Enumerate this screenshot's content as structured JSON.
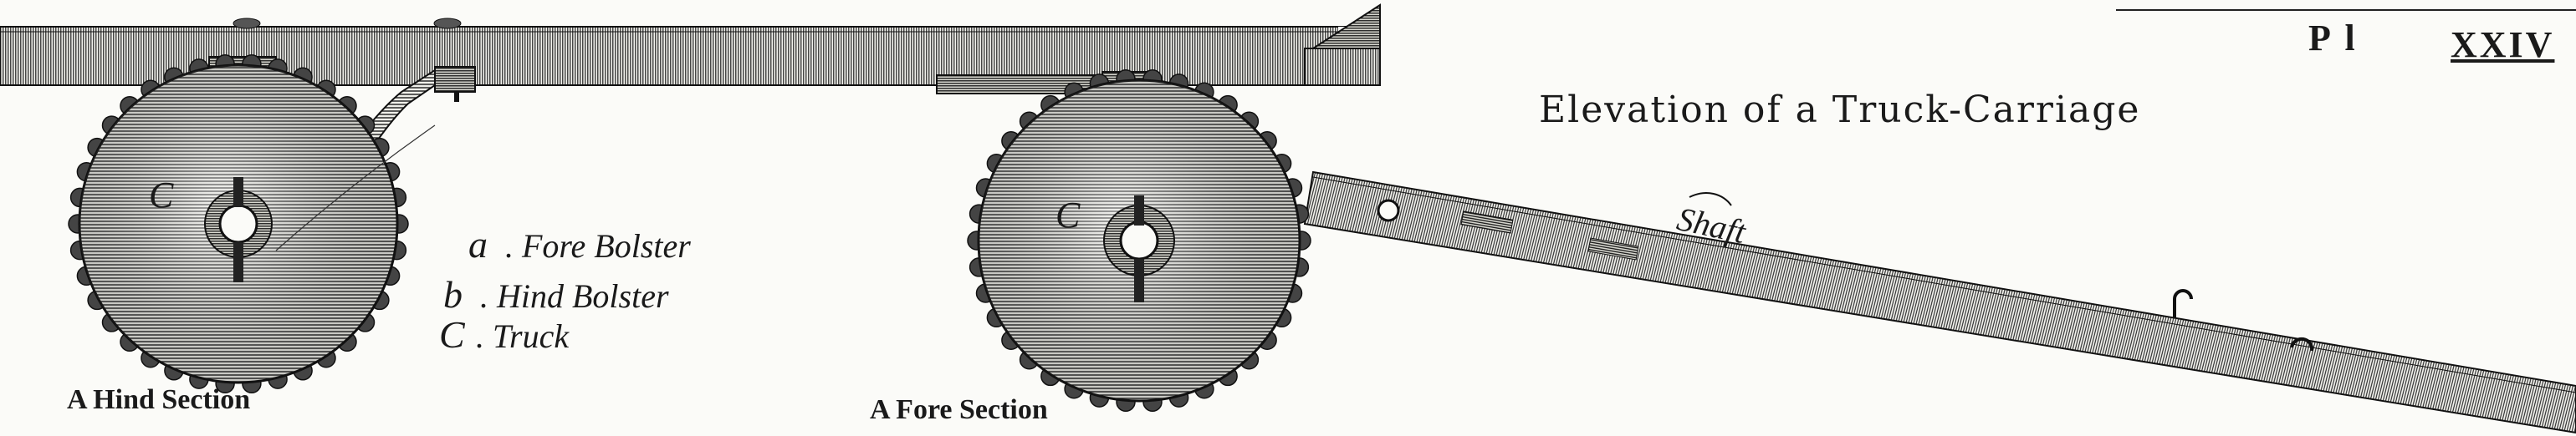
{
  "plate": {
    "prefix": "P l",
    "number": "XXIV"
  },
  "title": "Elevation of a Truck-Carriage",
  "key": [
    {
      "letter": "a",
      "text": ". Fore Bolster"
    },
    {
      "letter": "b",
      "text": ". Hind Bolster"
    },
    {
      "letter": "C",
      "text": ". Truck"
    }
  ],
  "wheel_labels": {
    "hind": "C",
    "fore": "C"
  },
  "shaft_label": "Shaft",
  "captions": {
    "hind": "A Hind Section",
    "fore": "A Fore Section"
  }
}
